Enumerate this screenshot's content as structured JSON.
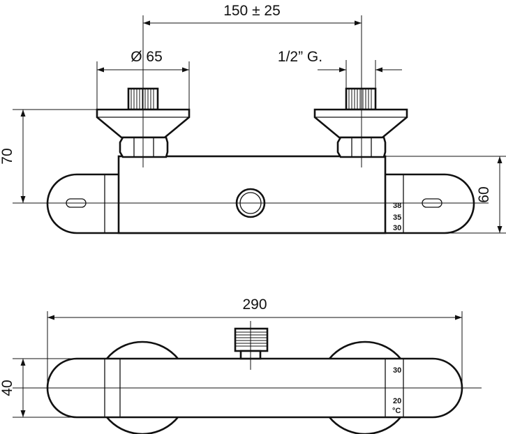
{
  "dimensions": {
    "spacing": "150 ± 25",
    "diameter": "Ø 65",
    "thread": "1/2” G.",
    "height_70": "70",
    "height_60": "60",
    "width_290": "290",
    "depth_40": "40"
  },
  "scale_front": [
    "38",
    "35",
    "30"
  ],
  "scale_top": [
    "30",
    "20",
    "°C"
  ]
}
